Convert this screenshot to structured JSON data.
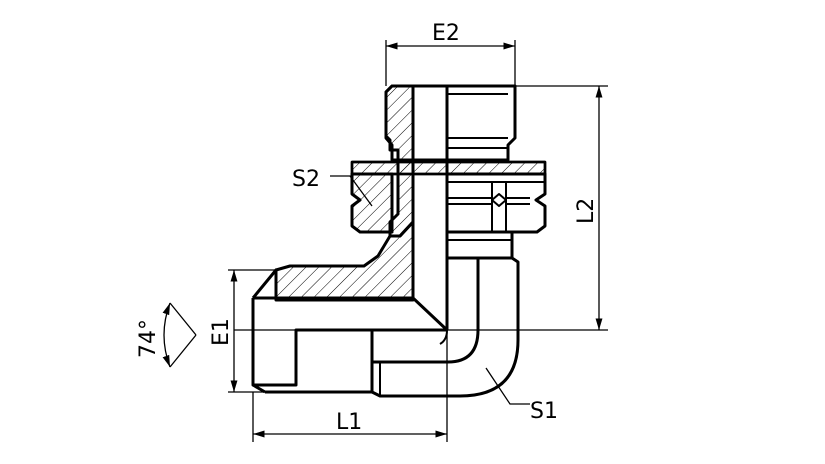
{
  "labels": {
    "e2": "E2",
    "e1": "E1",
    "l1": "L1",
    "l2": "L2",
    "s1": "S1",
    "s2": "S2",
    "angle": "74°"
  },
  "colors": {
    "ink": "#000000",
    "paper": "#ffffff"
  }
}
